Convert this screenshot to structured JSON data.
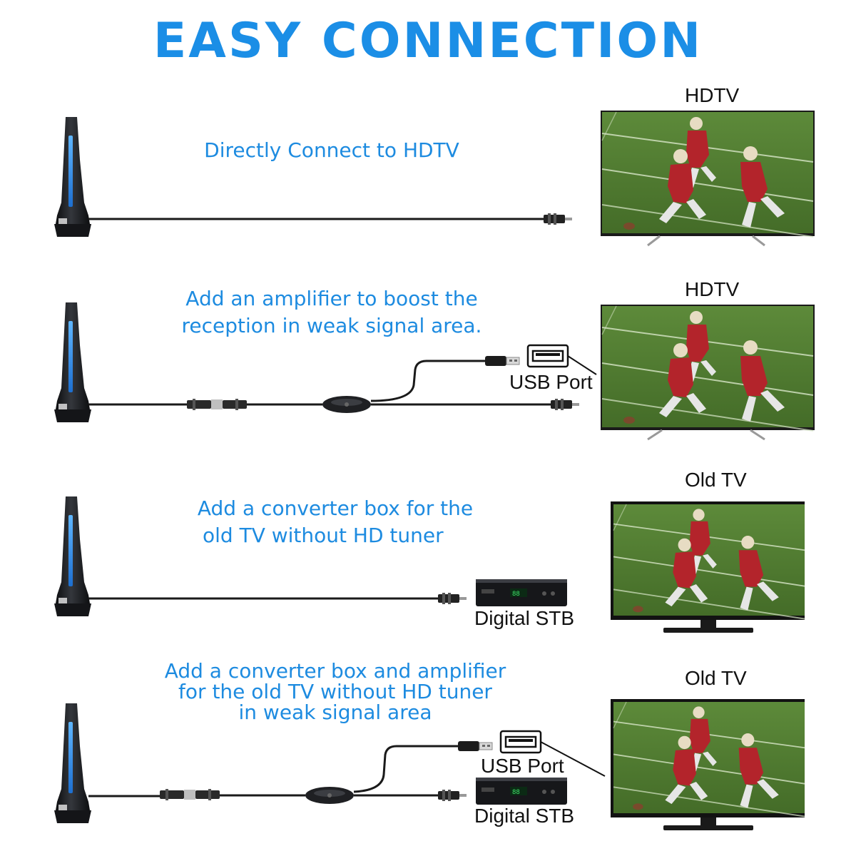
{
  "title": "EASY CONNECTION",
  "rows": [
    {
      "caption_lines": [
        "Directly Connect to HDTV"
      ],
      "tv_label": "HDTV"
    },
    {
      "caption_lines": [
        "Add an amplifier to boost the",
        "reception in weak signal area."
      ],
      "tv_label": "HDTV",
      "usb_label": "USB Port"
    },
    {
      "caption_lines": [
        "Add a converter box for the",
        "old TV without  HD tuner"
      ],
      "tv_label": "Old TV",
      "stb_label": "Digital STB"
    },
    {
      "caption_lines": [
        "Add a converter box and amplifier",
        "for the old TV without HD tuner",
        "in weak signal area"
      ],
      "tv_label": "Old TV",
      "usb_label": "USB Port",
      "stb_label": "Digital STB"
    }
  ],
  "colors": {
    "title": "#1b8ee6",
    "caption": "#1d8be0",
    "antenna_body": "#1a1c20",
    "antenna_accent": "#2d8fe8",
    "field_grass": "#4e7a2e",
    "jersey": "#b3242b"
  },
  "icons": [
    "antenna-icon",
    "coax-connector-icon",
    "amplifier-inline-icon",
    "usb-plug-icon",
    "usb-port-icon",
    "set-top-box-icon",
    "tv-icon"
  ]
}
